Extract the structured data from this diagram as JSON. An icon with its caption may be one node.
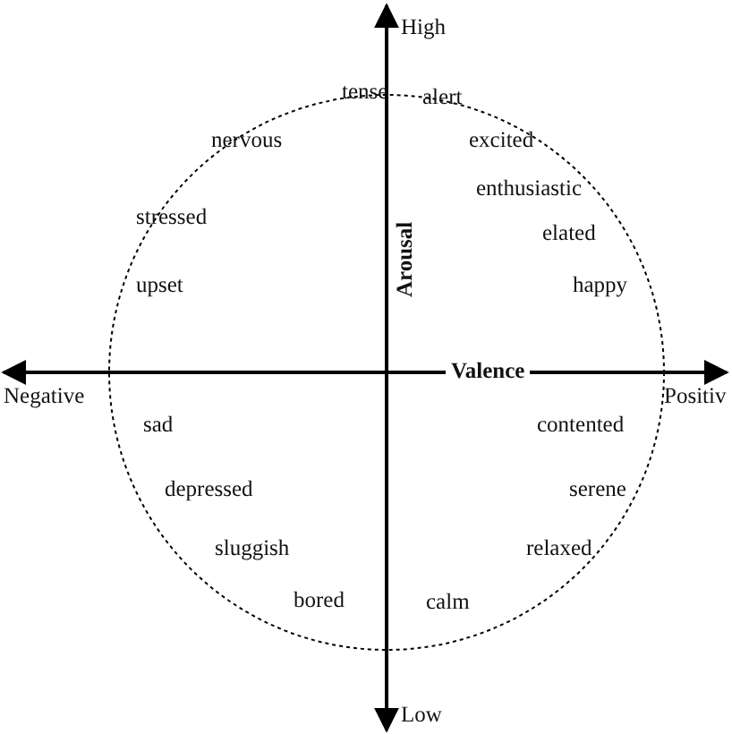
{
  "diagram": {
    "labels": [
      "High",
      "tense",
      "alert",
      "nervous",
      "excited",
      "Arousal",
      "enthusiastic",
      "stressed",
      "elated",
      "upset",
      "happy",
      "Negative",
      "Valence",
      "Positiv",
      "sad",
      "contented",
      "depressed",
      "serene",
      "sluggish",
      "relaxed",
      "bored",
      "calm",
      "Low"
    ]
  }
}
